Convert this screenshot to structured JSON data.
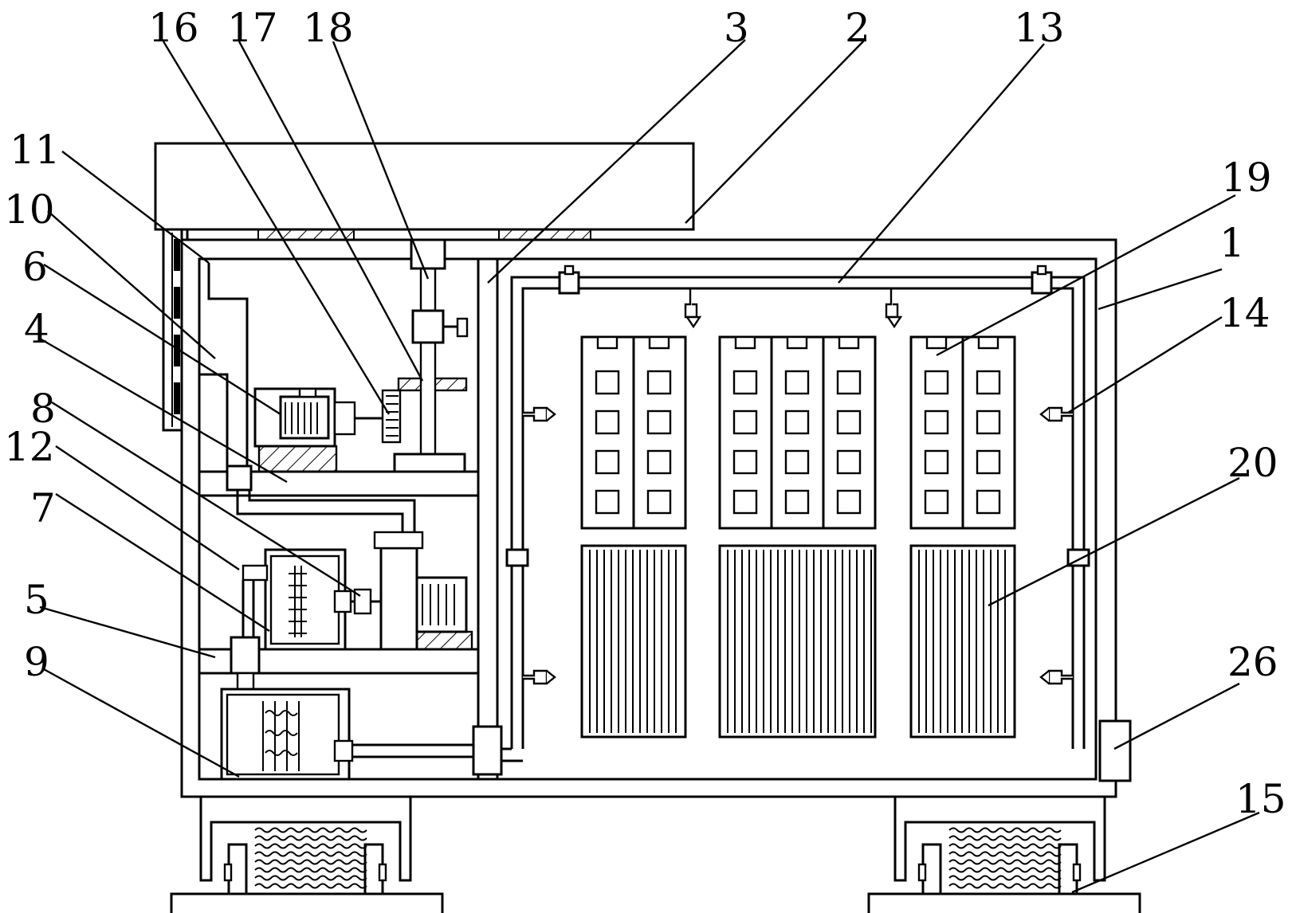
{
  "callouts": [
    {
      "id": "1",
      "text": "1"
    },
    {
      "id": "2",
      "text": "2"
    },
    {
      "id": "3",
      "text": "3"
    },
    {
      "id": "4",
      "text": "4"
    },
    {
      "id": "5",
      "text": "5"
    },
    {
      "id": "6",
      "text": "6"
    },
    {
      "id": "7",
      "text": "7"
    },
    {
      "id": "8",
      "text": "8"
    },
    {
      "id": "9",
      "text": "9"
    },
    {
      "id": "10",
      "text": "10"
    },
    {
      "id": "11",
      "text": "11"
    },
    {
      "id": "12",
      "text": "12"
    },
    {
      "id": "13",
      "text": "13"
    },
    {
      "id": "14",
      "text": "14"
    },
    {
      "id": "15",
      "text": "15"
    },
    {
      "id": "16",
      "text": "16"
    },
    {
      "id": "17",
      "text": "17"
    },
    {
      "id": "18",
      "text": "18"
    },
    {
      "id": "19",
      "text": "19"
    },
    {
      "id": "20",
      "text": "20"
    },
    {
      "id": "26",
      "text": "26"
    }
  ]
}
